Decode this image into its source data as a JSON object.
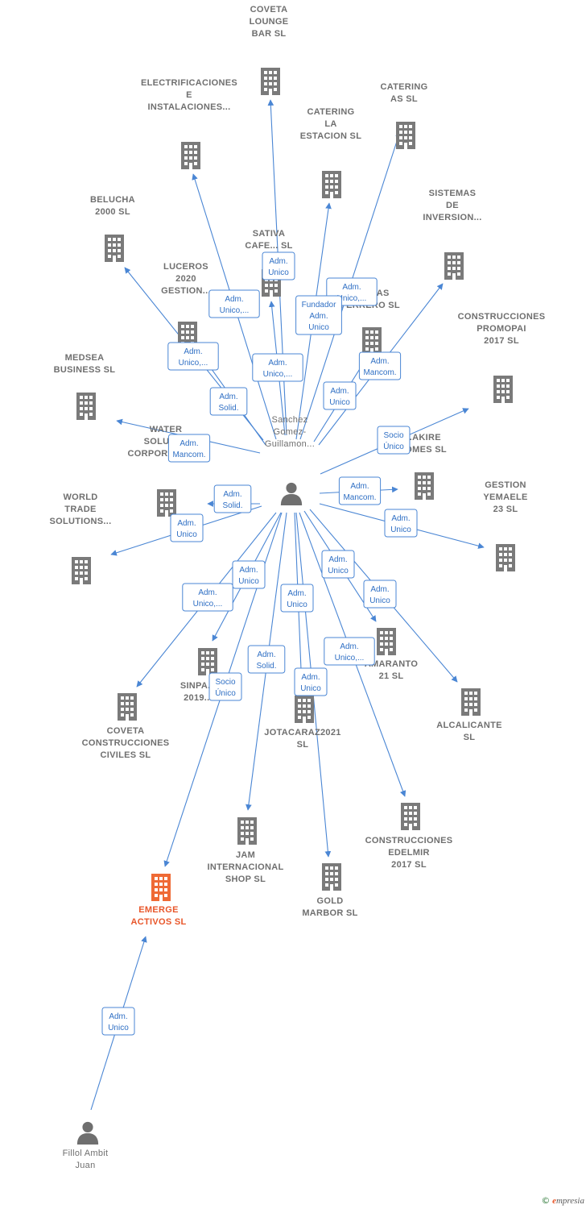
{
  "colors": {
    "edge": "#4a86d4",
    "company": "#7a7a7a",
    "focus_company": "#ef6a35",
    "person": "#6f6f6f",
    "label_text": "#2f6fc4"
  },
  "footer": {
    "copyright_symbol": "©",
    "brand_initial": "e",
    "brand_rest": "mpresia"
  },
  "nodes": [
    {
      "id": "p1",
      "kind": "person",
      "lines": [
        "Sanchez",
        "Gomez-",
        "Guillamon..."
      ]
    },
    {
      "id": "p2",
      "kind": "person",
      "lines": [
        "Fillol Ambit",
        "Juan"
      ]
    },
    {
      "id": "emerge",
      "kind": "company",
      "focus": true,
      "lines": [
        "EMERGE",
        "ACTIVOS  SL"
      ]
    },
    {
      "id": "coveta_lounge",
      "kind": "company",
      "lines": [
        "COVETA",
        "LOUNGE",
        "BAR  SL"
      ]
    },
    {
      "id": "electrif",
      "kind": "company",
      "lines": [
        "ELECTRIFICACIONES",
        "E",
        "INSTALACIONES..."
      ]
    },
    {
      "id": "catering_as",
      "kind": "company",
      "lines": [
        "CATERING",
        "AS  SL"
      ]
    },
    {
      "id": "catering_la",
      "kind": "company",
      "lines": [
        "CATERING",
        "LA",
        "ESTACION  SL"
      ]
    },
    {
      "id": "belucha",
      "kind": "company",
      "lines": [
        "BELUCHA",
        "2000 SL"
      ]
    },
    {
      "id": "sistemas",
      "kind": "company",
      "lines": [
        "SISTEMAS",
        "DE",
        "INVERSION..."
      ]
    },
    {
      "id": "sativa",
      "kind": "company",
      "lines": [
        "SATIVA",
        "CAFE...  SL"
      ]
    },
    {
      "id": "luceros",
      "kind": "company",
      "lines": [
        "LUCEROS",
        "2020",
        "GESTION..."
      ]
    },
    {
      "id": "tapas",
      "kind": "company",
      "lines": [
        "...TAPAS",
        "FERRERO SL"
      ]
    },
    {
      "id": "construcciones_promopai",
      "kind": "company",
      "lines": [
        "CONSTRUCCIONES",
        "PROMOPAI",
        "2017  SL"
      ]
    },
    {
      "id": "medsea",
      "kind": "company",
      "lines": [
        "MEDSEA",
        "BUSINESS  SL"
      ]
    },
    {
      "id": "water",
      "kind": "company",
      "lines": [
        "WATER",
        "SOLUBLE",
        "CORPORATION..."
      ]
    },
    {
      "id": "akire",
      "kind": "company",
      "lines": [
        "...AKIRE",
        "HOMES  SL"
      ]
    },
    {
      "id": "gestion_yemaele",
      "kind": "company",
      "lines": [
        "GESTION",
        "YEMAELE",
        "23  SL"
      ]
    },
    {
      "id": "world_trade",
      "kind": "company",
      "lines": [
        "WORLD",
        "TRADE",
        "SOLUTIONS..."
      ]
    },
    {
      "id": "amaranto",
      "kind": "company",
      "lines": [
        "AMARANTO",
        "21  SL"
      ]
    },
    {
      "id": "sinpa",
      "kind": "company",
      "lines": [
        "SINPA...",
        "2019..."
      ]
    },
    {
      "id": "alcalicante",
      "kind": "company",
      "lines": [
        "ALCALICANTE",
        "SL"
      ]
    },
    {
      "id": "coveta_construcciones",
      "kind": "company",
      "lines": [
        "COVETA",
        "CONSTRUCCIONES",
        "CIVILES  SL"
      ]
    },
    {
      "id": "jotacaraz",
      "kind": "company",
      "lines": [
        "JOTACARAZ2021",
        "SL"
      ]
    },
    {
      "id": "construcciones_edelmir",
      "kind": "company",
      "lines": [
        "CONSTRUCCIONES",
        "EDELMIR",
        "2017  SL"
      ]
    },
    {
      "id": "jam",
      "kind": "company",
      "lines": [
        "JAM",
        "INTERNACIONAL",
        "SHOP  SL"
      ]
    },
    {
      "id": "gold_marbor",
      "kind": "company",
      "lines": [
        "GOLD",
        "MARBOR SL"
      ]
    }
  ],
  "edges": [
    {
      "from": "p1",
      "to": "coveta_lounge",
      "label": [
        "Adm.",
        "Unico"
      ]
    },
    {
      "from": "p1",
      "to": "electrif",
      "label": [
        "Adm.",
        "Unico,..."
      ]
    },
    {
      "from": "p1",
      "to": "catering_as",
      "label": [
        "Adm.",
        "Unico,..."
      ]
    },
    {
      "from": "p1",
      "to": "catering_la",
      "label": [
        "Fundador",
        "Adm.",
        "Unico"
      ]
    },
    {
      "from": "p1",
      "to": "belucha",
      "label": [
        "Adm.",
        "Unico,..."
      ]
    },
    {
      "from": "p1",
      "to": "sistemas",
      "label": [
        "Adm.",
        "Mancom."
      ]
    },
    {
      "from": "p1",
      "to": "sativa",
      "label": [
        "Adm.",
        "Unico,..."
      ]
    },
    {
      "from": "p1",
      "to": "luceros",
      "label": [
        "Adm.",
        "Solid."
      ]
    },
    {
      "from": "p1",
      "to": "tapas",
      "label": [
        "Adm.",
        "Unico"
      ]
    },
    {
      "from": "p1",
      "to": "construcciones_promopai",
      "label": [
        "Socio",
        "Único"
      ]
    },
    {
      "from": "p1",
      "to": "medsea",
      "label": [
        "Adm.",
        "Mancom."
      ]
    },
    {
      "from": "p1",
      "to": "water",
      "label": [
        "Adm.",
        "Solid."
      ]
    },
    {
      "from": "p1",
      "to": "akire",
      "label": [
        "Adm.",
        "Mancom."
      ]
    },
    {
      "from": "p1",
      "to": "gestion_yemaele",
      "label": [
        "Adm.",
        "Unico"
      ]
    },
    {
      "from": "p1",
      "to": "world_trade",
      "label": [
        "Adm.",
        "Unico"
      ]
    },
    {
      "from": "p1",
      "to": "amaranto",
      "label": [
        "Adm.",
        "Unico"
      ]
    },
    {
      "from": "p1",
      "to": "sinpa",
      "label": [
        "Adm.",
        "Unico"
      ]
    },
    {
      "from": "p1",
      "to": "alcalicante",
      "label": [
        "Adm.",
        "Unico"
      ]
    },
    {
      "from": "p1",
      "to": "coveta_construcciones",
      "label": [
        "Adm.",
        "Unico,..."
      ]
    },
    {
      "from": "p1",
      "to": "jotacaraz",
      "label": [
        "Adm.",
        "Unico"
      ]
    },
    {
      "from": "p1",
      "to": "construcciones_edelmir",
      "label": [
        "Adm.",
        "Unico,..."
      ]
    },
    {
      "from": "p1",
      "to": "jam",
      "label": [
        "Adm.",
        "Solid."
      ]
    },
    {
      "from": "p1",
      "to": "gold_marbor",
      "label": [
        "Adm.",
        "Unico"
      ]
    },
    {
      "from": "p1",
      "to": "emerge",
      "label": [
        "Socio",
        "Único"
      ]
    },
    {
      "from": "p2",
      "to": "emerge",
      "label": [
        "Adm.",
        "Unico"
      ]
    }
  ]
}
